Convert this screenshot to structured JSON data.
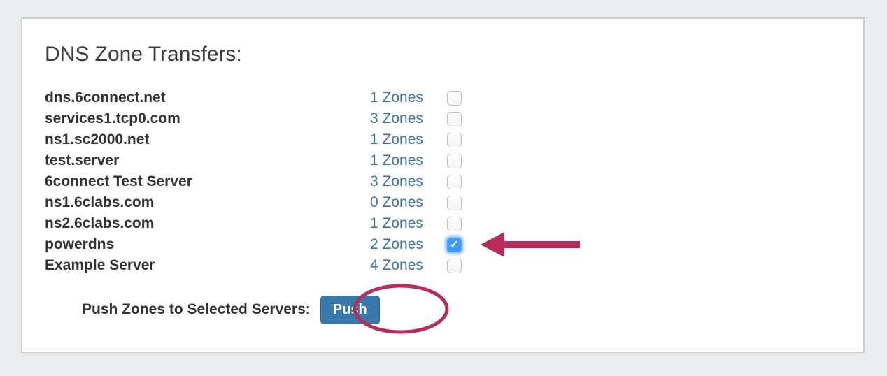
{
  "page": {
    "title": "DNS Zone Transfers:"
  },
  "servers": [
    {
      "name": "dns.6connect.net",
      "zones_label": "1 Zones",
      "checked": false
    },
    {
      "name": "services1.tcp0.com",
      "zones_label": "3 Zones",
      "checked": false
    },
    {
      "name": "ns1.sc2000.net",
      "zones_label": "1 Zones",
      "checked": false
    },
    {
      "name": "test.server",
      "zones_label": "1 Zones",
      "checked": false
    },
    {
      "name": "6connect Test Server",
      "zones_label": "3 Zones",
      "checked": false
    },
    {
      "name": "ns1.6clabs.com",
      "zones_label": "0 Zones",
      "checked": false
    },
    {
      "name": "ns2.6clabs.com",
      "zones_label": "1 Zones",
      "checked": false
    },
    {
      "name": "powerdns",
      "zones_label": "2 Zones",
      "checked": true
    },
    {
      "name": "Example Server",
      "zones_label": "4 Zones",
      "checked": false
    }
  ],
  "push": {
    "label": "Push Zones to Selected Servers:",
    "button_label": "Push"
  },
  "glyphs": {
    "checkmark": "✓"
  },
  "colors": {
    "page_background": "#e9edf0",
    "panel_background": "#ffffff",
    "link_blue": "#3d72a8",
    "button_blue": "#3878ab",
    "checkbox_checked_blue": "#3f9bfb",
    "annotation_crimson": "#b82b5a"
  }
}
